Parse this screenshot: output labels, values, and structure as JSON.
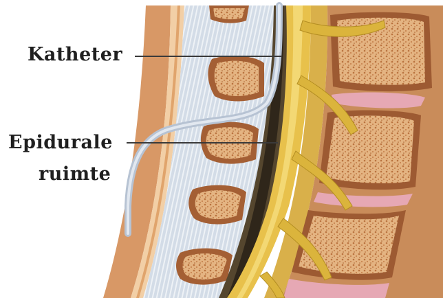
{
  "labels": {
    "catheter": "Katheter",
    "epidural_line1": "Epidurale",
    "epidural_line2": "ruimte"
  },
  "colors": {
    "background": "#ffffff",
    "skin_outer": "#d99a6a",
    "skin_inner": "#f0c89e",
    "ligament": "#d2dbe6",
    "ligament_stripe": "#eef2f6",
    "spinous_process": "#a25f34",
    "spinous_inner": "#e1b585",
    "vertebral_body": "#b86a3c",
    "vertebral_body_inner": "#e6b889",
    "disc": "#e8aeb8",
    "dura": "#5a4a32",
    "spinal_cord": "#e9c24c",
    "nerve": "#dcb53d",
    "catheter": "#c9d3e0",
    "leader_line": "#3a3a3a"
  },
  "icons": {
    "illustration": "spinal-epidural-anatomy-illustration"
  }
}
